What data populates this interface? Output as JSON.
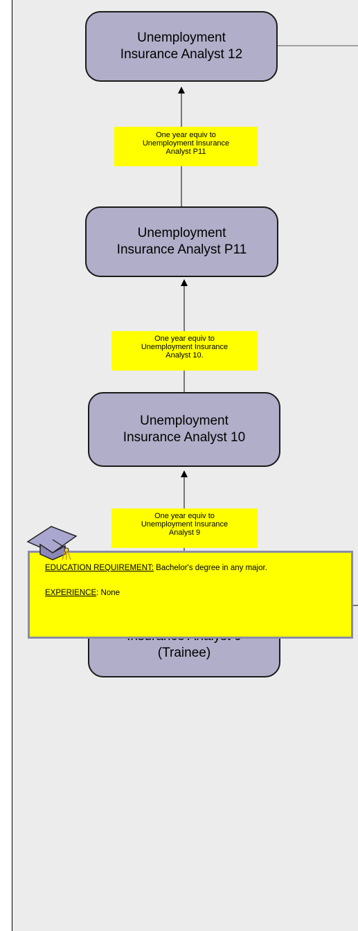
{
  "nodes": [
    {
      "label": "Unemployment\nInsurance Analyst 12"
    },
    {
      "label": "Unemployment\nInsurance Analyst P11"
    },
    {
      "label": "Unemployment\nInsurance Analyst 10"
    },
    {
      "label": "Unemployment\nInsurance Analyst 9\n(Trainee)"
    }
  ],
  "notes": [
    {
      "text": "One year equiv to\nUnemployment Insurance\nAnalyst P11"
    },
    {
      "text": "One year equiv to\nUnemployment Insurance\nAnalyst 10."
    },
    {
      "text": "One year equiv to\nUnemployment Insurance\nAnalyst 9"
    }
  ],
  "requirements": {
    "education_label": "EDUCATION  REQUIREMENT:",
    "education_value": "  Bachelor's degree in any major.",
    "experience_label": "EXPERIENCE",
    "experience_value": ":  None"
  },
  "icons": {
    "graduation": "graduation-cap-icon"
  },
  "colors": {
    "node_fill": "#b0aec8",
    "note_fill": "#ffff00",
    "border": "#8a8ca8"
  }
}
